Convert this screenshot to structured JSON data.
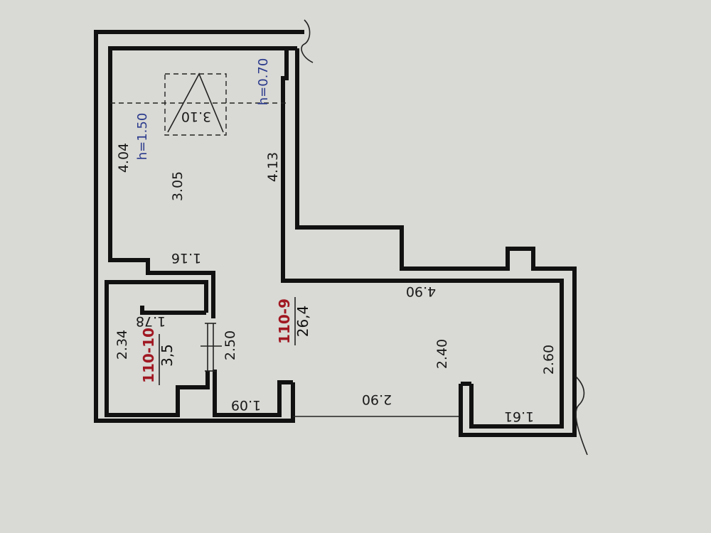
{
  "colors": {
    "background": "#d9d9d5",
    "wall": "#111111",
    "room_id": "#a01822",
    "note": "#2a3a8c"
  },
  "dimensions": {
    "d404": "4.04",
    "d305": "3.05",
    "d413": "4.13",
    "d116": "1.16",
    "d178": "1.78",
    "d234": "2.34",
    "d250": "2.50",
    "d109": "1.09",
    "d490": "4.90",
    "d240": "2.40",
    "d260": "2.60",
    "d290": "2.90",
    "d161": "1.61",
    "d310": "3.10"
  },
  "notes": {
    "h150": "h=1.50",
    "h070": "h=0.70"
  },
  "rooms": [
    {
      "id": "110-9",
      "area": "26,4"
    },
    {
      "id": "110-10",
      "area": "3,5"
    }
  ]
}
